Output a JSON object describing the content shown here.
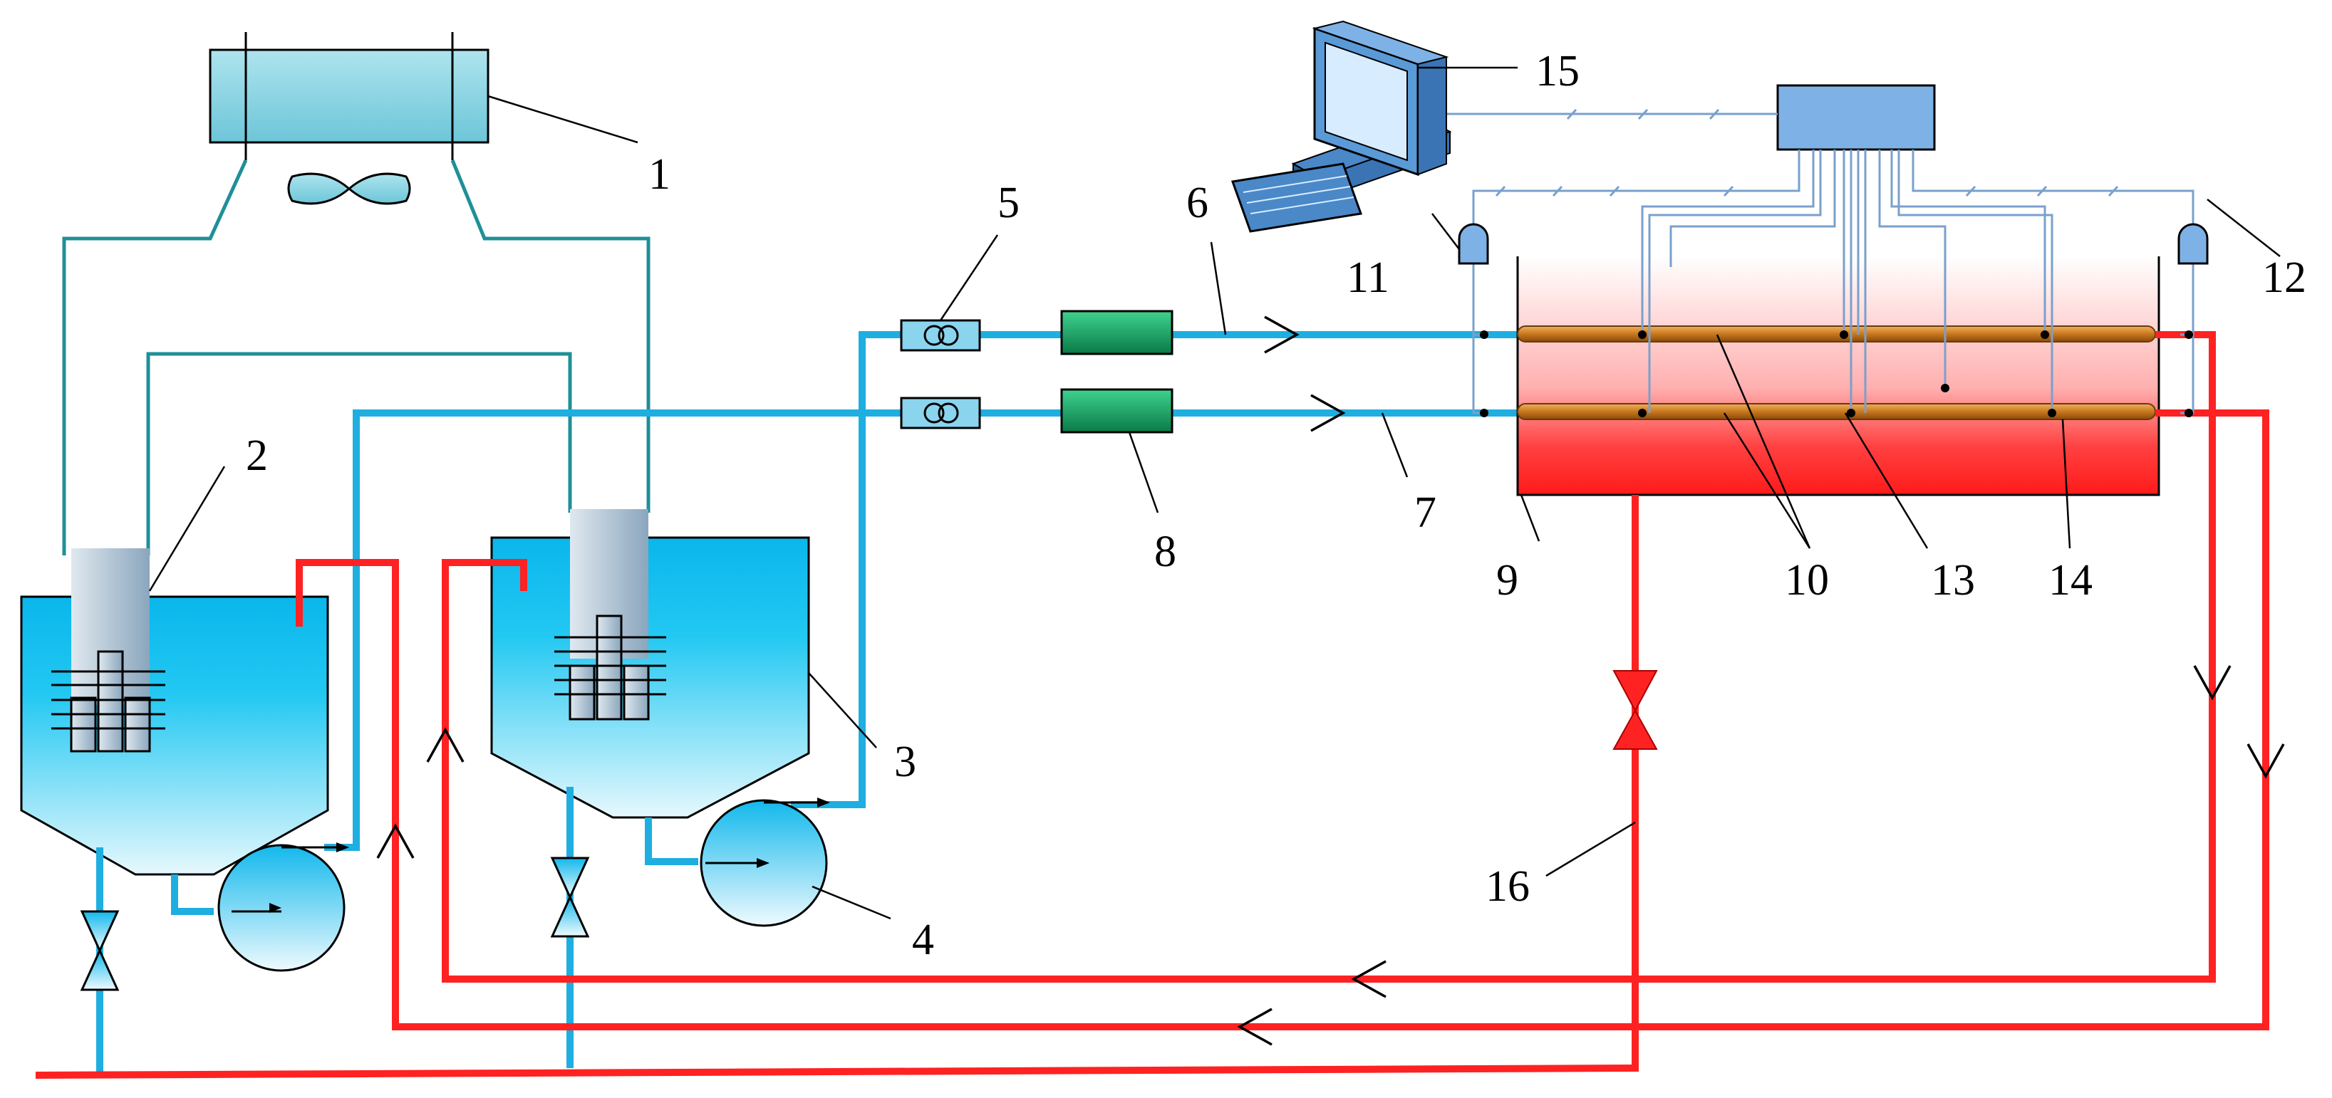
{
  "labels": {
    "l1": "1",
    "l2": "2",
    "l3": "3",
    "l4": "4",
    "l5": "5",
    "l6": "6",
    "l7": "7",
    "l8": "8",
    "l9": "9",
    "l10": "10",
    "l11": "11",
    "l12": "12",
    "l13": "13",
    "l14": "14",
    "l15": "15",
    "l16": "16"
  },
  "colors": {
    "hot_line": "#ff2222",
    "cold_line": "#1eaee0",
    "signal_line": "#7aa0cc",
    "tank_water": "#0ec0ee",
    "heat_tube": "#c8781e",
    "flowmeter": "#1ab070"
  }
}
